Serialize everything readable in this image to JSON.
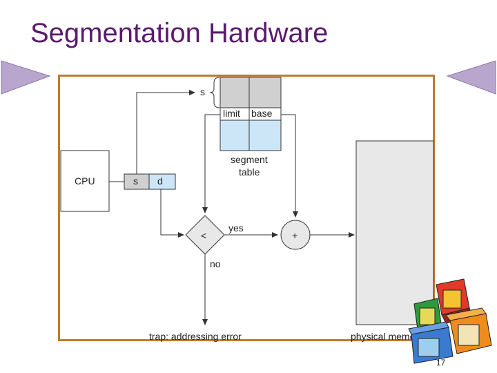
{
  "slide": {
    "title": "Segmentation Hardware",
    "page_number": "17"
  },
  "diagram": {
    "cpu_label": "CPU",
    "addr_s": "s",
    "addr_d": "d",
    "index_s": "s",
    "limit_label": "limit",
    "base_label": "base",
    "segment_table_line1": "segment",
    "segment_table_line2": "table",
    "compare_symbol": "<",
    "yes_label": "yes",
    "no_label": "no",
    "plus_symbol": "+",
    "trap_label": "trap: addressing error",
    "memory_label": "physical memory"
  },
  "colors": {
    "title": "#5a1a6e",
    "frame_border": "#c07a2c",
    "table_fill": "#cce6f8",
    "table_gray": "#d0d0d0",
    "node_fill": "#e8e8e8",
    "nav_fill": "#b9a6cf"
  }
}
